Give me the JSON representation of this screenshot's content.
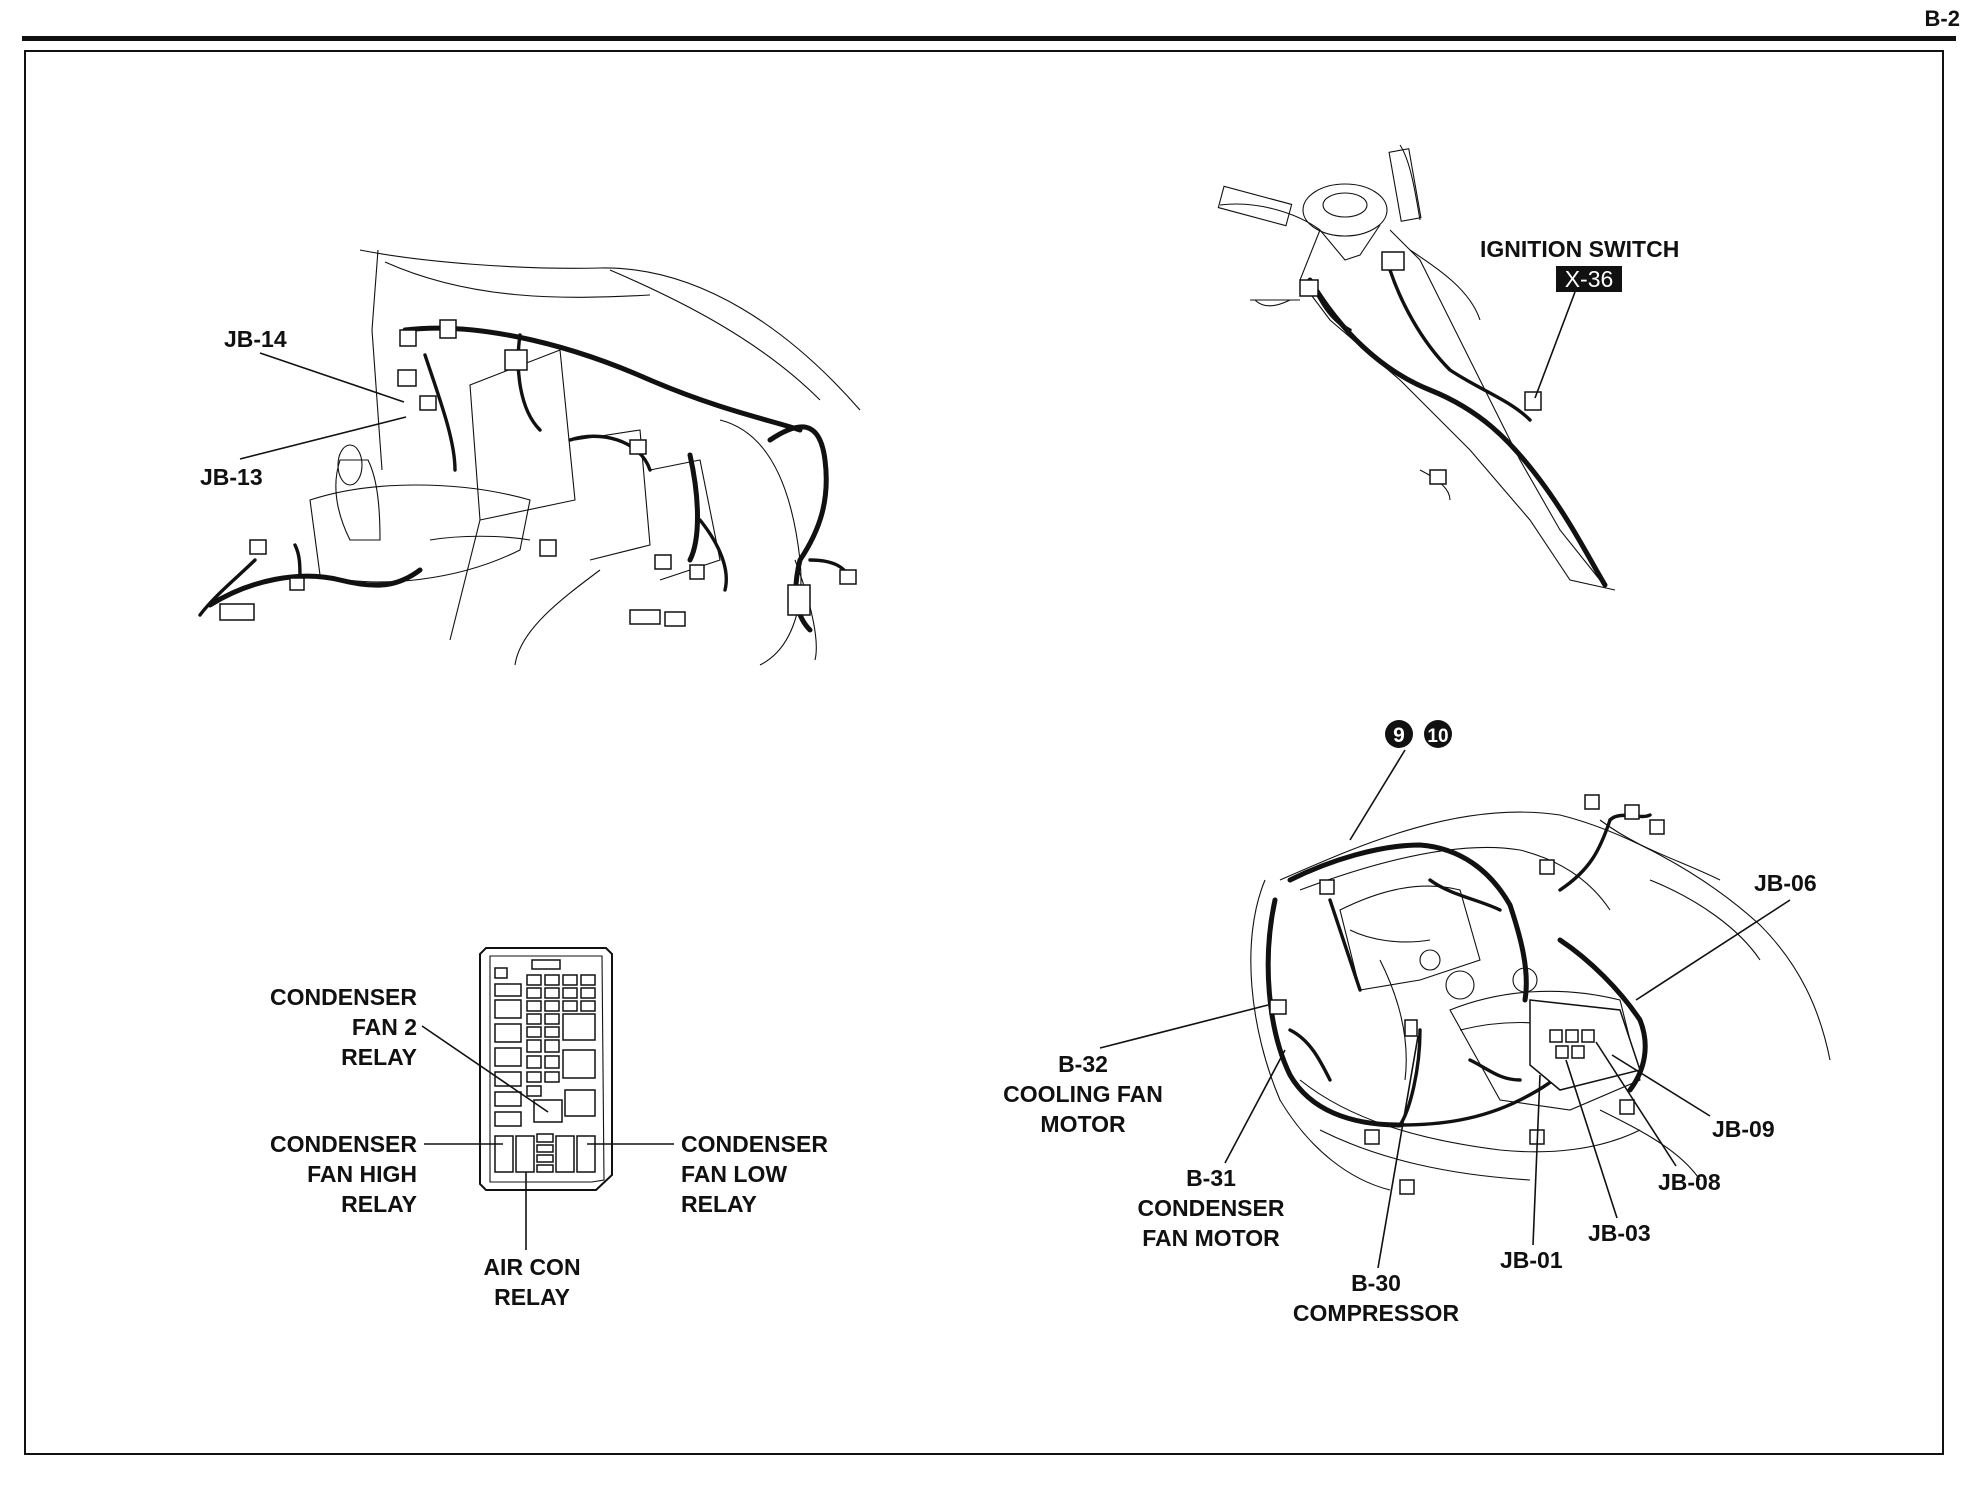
{
  "page_code": "B-2",
  "dash": {
    "jb14": "JB-14",
    "jb13": "JB-13"
  },
  "ignition": {
    "label": "IGNITION SWITCH",
    "connector": "X-36"
  },
  "relay_box": {
    "fan2": [
      "CONDENSER",
      "FAN 2",
      "RELAY"
    ],
    "fan_high": [
      "CONDENSER",
      "FAN HIGH",
      "RELAY"
    ],
    "fan_low": [
      "CONDENSER",
      "FAN LOW",
      "RELAY"
    ],
    "air_con": [
      "AIR CON",
      "RELAY"
    ]
  },
  "engine": {
    "badge_a": "9",
    "badge_b": "10",
    "jb06": "JB-06",
    "b32": [
      "B-32",
      "COOLING FAN",
      "MOTOR"
    ],
    "b31": [
      "B-31",
      "CONDENSER",
      "FAN MOTOR"
    ],
    "b30": [
      "B-30",
      "COMPRESSOR"
    ],
    "jb01": "JB-01",
    "jb03": "JB-03",
    "jb08": "JB-08",
    "jb09": "JB-09"
  }
}
